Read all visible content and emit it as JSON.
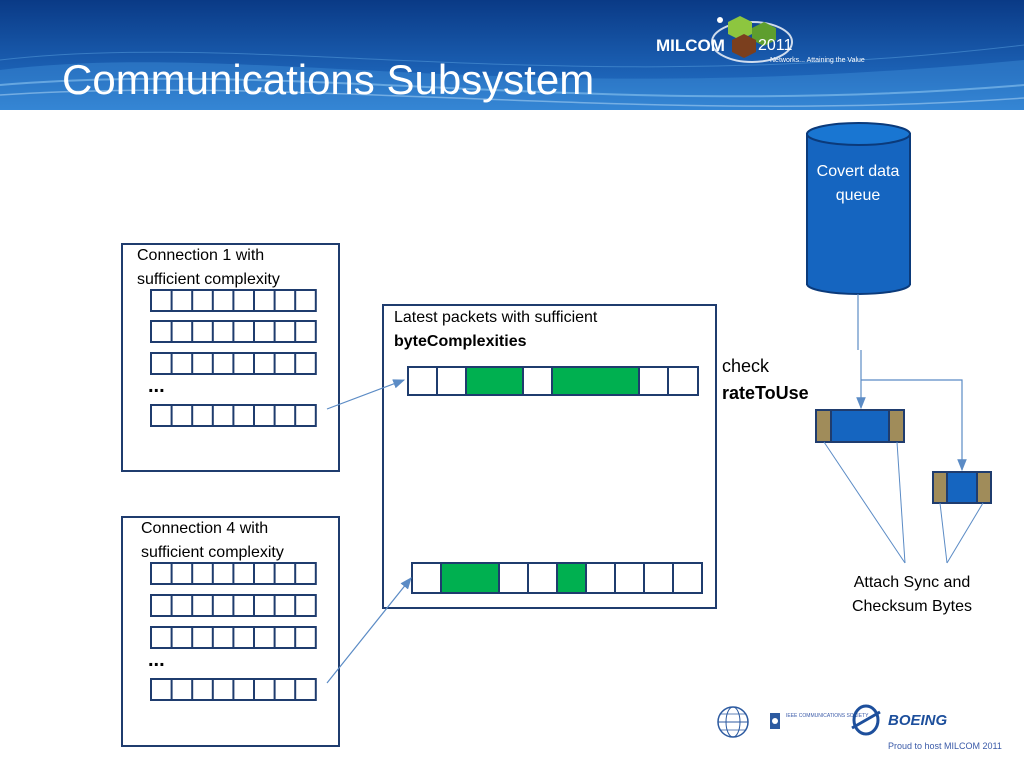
{
  "slide": {
    "title": "Communications Subsystem",
    "footer_text": "Proud to host MILCOM 2011"
  },
  "branding": {
    "event": "MILCOM",
    "year": "2011",
    "tagline": "Networks... Attaining the Value",
    "logos": {
      "afcea": "AFCEA",
      "ieee": "IEEE COMMUNICATIONS SOCIETY",
      "boeing": "BOEING"
    }
  },
  "diagram": {
    "connection1": {
      "label_line1": "Connection 1 with",
      "label_line2": "sufficient complexity",
      "ellipsis": "..."
    },
    "connection4": {
      "label_line1": "Connection 4 with",
      "label_line2": "sufficient complexity",
      "ellipsis": "..."
    },
    "latest_packets": {
      "label_line1": "Latest packets with sufficient",
      "label_line2": "byteComplexities"
    },
    "check": {
      "line1": "check",
      "line2": "rateToUse"
    },
    "queue": {
      "label_line1": "Covert data",
      "label_line2": "queue"
    },
    "attach": {
      "line1": "Attach Sync  and",
      "line2": "Checksum Bytes"
    }
  },
  "colors": {
    "banner_dark": "#0b3e8c",
    "banner_light": "#2f7fd0",
    "box_stroke": "#1f3c6e",
    "packet_green": "#00b050",
    "queue_fill": "#1565c0",
    "sync_tan": "#a08c5a",
    "arrow": "#5b8bc5"
  }
}
